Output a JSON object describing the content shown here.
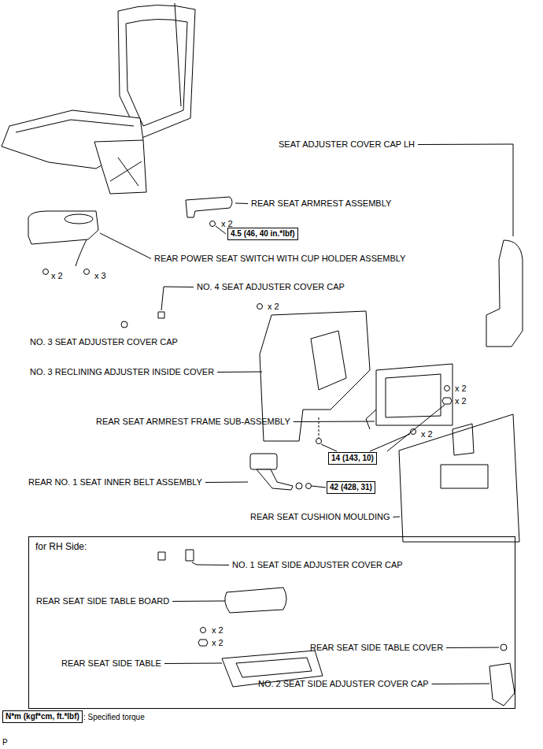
{
  "diagram": {
    "nodes": [
      {
        "text": [
          "4.5 (46, 40 in.*lbf)"
        ]
      },
      {
        "text": [
          "14 (143, 10)"
        ]
      },
      {
        "text": [
          "42 (428, 31)"
        ]
      },
      {
        "text": [
          "for RH Side:"
        ]
      },
      {
        "text": [
          "N*m (kgf*cm, ft.*lbf)"
        ]
      }
    ],
    "labels": [
      "SEAT ADJUSTER COVER CAP LH",
      "REAR SEAT ARMREST ASSEMBLY",
      "x 2",
      "REAR POWER SEAT SWITCH WITH CUP HOLDER ASSEMBLY",
      "x 2",
      "x 3",
      "NO. 4 SEAT ADJUSTER COVER CAP",
      "x 2",
      "NO. 3 SEAT ADJUSTER COVER CAP",
      "NO. 3 RECLINING ADJUSTER INSIDE COVER",
      "x 2",
      "x 2",
      "REAR SEAT ARMREST FRAME SUB-ASSEMBLY",
      "x 2",
      "REAR NO. 1 SEAT INNER BELT ASSEMBLY",
      "REAR SEAT CUSHION MOULDING",
      "NO. 1 SEAT SIDE ADJUSTER COVER CAP",
      "REAR SEAT SIDE TABLE BOARD",
      "x 2",
      "x 2",
      "REAR SEAT SIDE TABLE COVER",
      "REAR SEAT SIDE TABLE",
      "NO. 2 SEAT SIDE ADJUSTER COVER CAP",
      ": Specified torque",
      "P"
    ]
  }
}
